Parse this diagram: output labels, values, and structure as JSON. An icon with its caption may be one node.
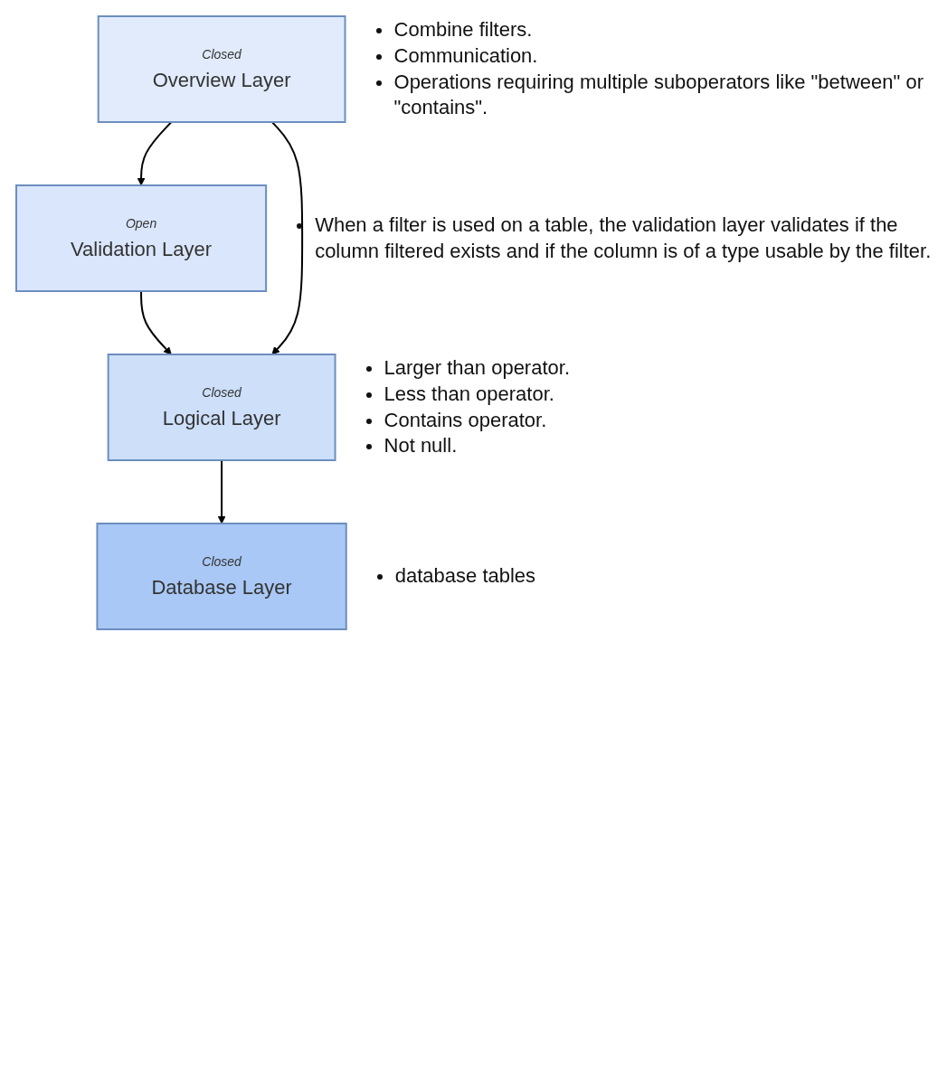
{
  "diagram": {
    "nodes": [
      {
        "text": [
          "Closed",
          "Overview Layer"
        ],
        "beside": [
          "Combine filters.",
          "Communication.",
          "Operations requiring multiple suboperators like \"between\" or \"contains\"."
        ]
      },
      {
        "text": [
          "Open",
          "Validation Layer"
        ],
        "beside": [
          "When a filter is used on a table, the validation layer validates if the column filtered exists and if the column is of a type usable by the filter."
        ]
      },
      {
        "text": [
          "Closed",
          "Logical Layer"
        ],
        "beside": [
          "Larger than operator.",
          "Less than operator.",
          "Contains operator.",
          "Not null."
        ]
      },
      {
        "text": [
          "Closed",
          "Database Layer"
        ],
        "beside": [
          "database tables"
        ]
      }
    ],
    "edges": [
      {
        "from": 0,
        "to": 1,
        "arrow": "to"
      },
      {
        "from": 1,
        "to": 2,
        "arrow": "to"
      },
      {
        "from": 2,
        "to": 3,
        "arrow": "to"
      },
      {
        "from": 0,
        "to": 2,
        "arrow": "to"
      }
    ]
  }
}
